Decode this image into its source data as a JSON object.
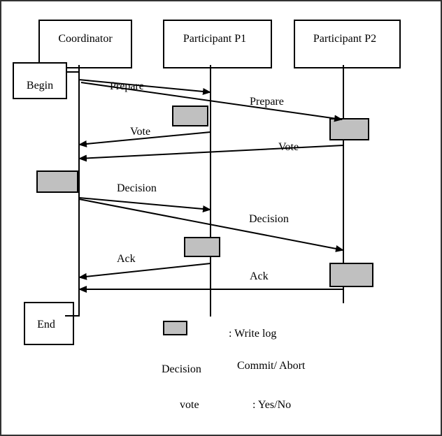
{
  "colors": {
    "log_fill": "#c0c0c0",
    "line": "#000000"
  },
  "participants": {
    "coordinator": "Coordinator",
    "p1": "Participant P1",
    "p2": "Participant P2"
  },
  "states": {
    "begin": "Begin",
    "end": "End"
  },
  "messages": {
    "prepare_p1": "Prepare",
    "prepare_p2": "Prepare",
    "vote_p1": "Vote",
    "vote_p2": "Vote",
    "decision_p1": "Decision",
    "decision_p2": "Decision",
    "ack_p1": "Ack",
    "ack_p2": "Ack"
  },
  "legend": {
    "write_log": ": Write log",
    "decision_term": "Decision",
    "decision_desc": "Commit/ Abort",
    "vote_term": "vote",
    "vote_desc": ": Yes/No"
  }
}
